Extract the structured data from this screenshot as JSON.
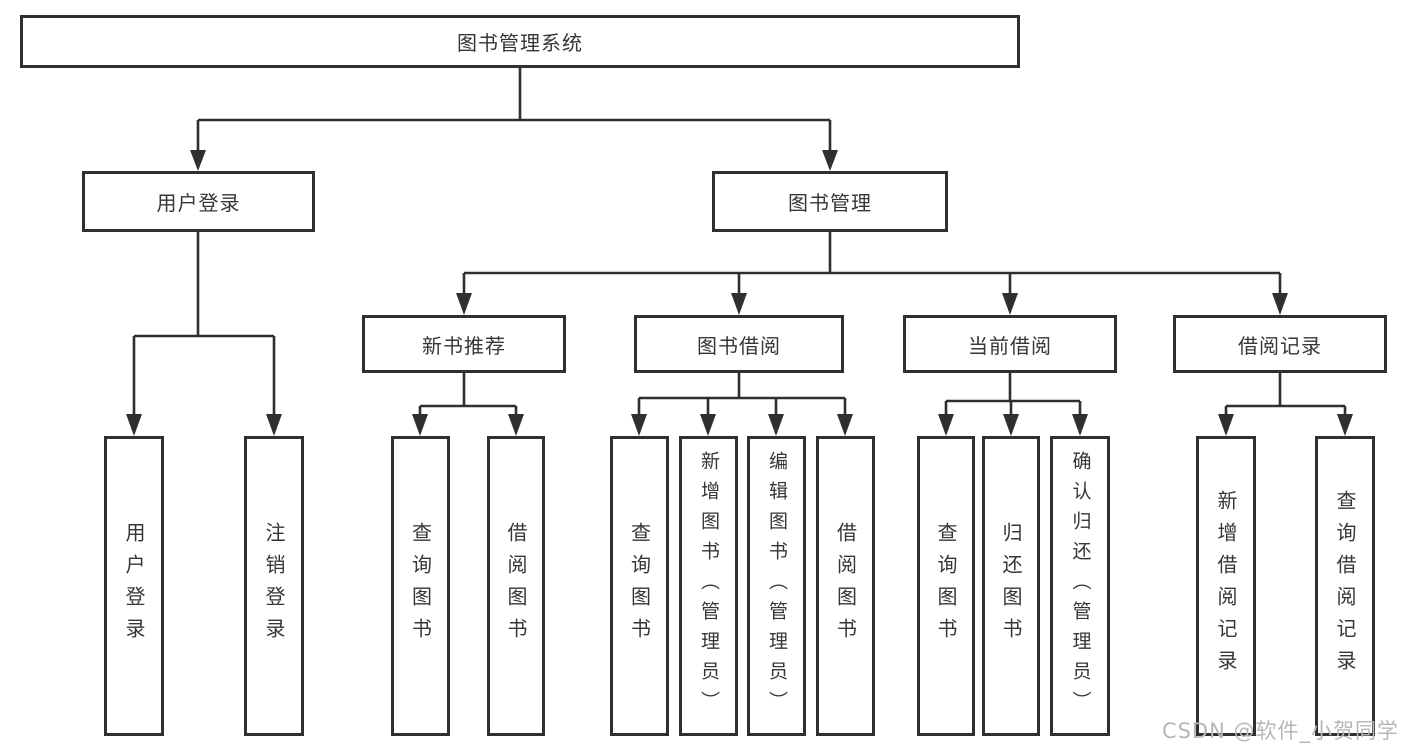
{
  "diagram": {
    "title": "图书管理系统",
    "watermark": "CSDN @软件_小贺同学",
    "colors": {
      "line": "#2f2f2f",
      "text": "#363636",
      "box_background": "#ffffff",
      "watermark": "#b7b7b7"
    },
    "nodes": {
      "root": {
        "label": "图书管理系统"
      },
      "user_login_branch": {
        "label": "用户登录"
      },
      "book_management_branch": {
        "label": "图书管理"
      },
      "new_book_recommend": {
        "label": "新书推荐"
      },
      "book_borrowing": {
        "label": "图书借阅"
      },
      "current_borrowing": {
        "label": "当前借阅"
      },
      "borrowing_records": {
        "label": "借阅记录"
      },
      "leaf_user_login": {
        "label": "用户登录"
      },
      "leaf_logout": {
        "label": "注销登录"
      },
      "leaf_recommend_query_books": {
        "label": "查询图书"
      },
      "leaf_recommend_borrow_books": {
        "label": "借阅图书"
      },
      "leaf_borrowing_query_books": {
        "label": "查询图书"
      },
      "leaf_borrowing_add_books": {
        "label": "新增图书（管理员）"
      },
      "leaf_borrowing_edit_books": {
        "label": "编辑图书（管理员）"
      },
      "leaf_borrowing_borrow_books": {
        "label": "借阅图书"
      },
      "leaf_current_query_books": {
        "label": "查询图书"
      },
      "leaf_current_return_books": {
        "label": "归还图书"
      },
      "leaf_current_confirm_return": {
        "label": "确认归还（管理员）"
      },
      "leaf_records_add_record": {
        "label": "新增借阅记录"
      },
      "leaf_records_query_record": {
        "label": "查询借阅记录"
      }
    }
  }
}
